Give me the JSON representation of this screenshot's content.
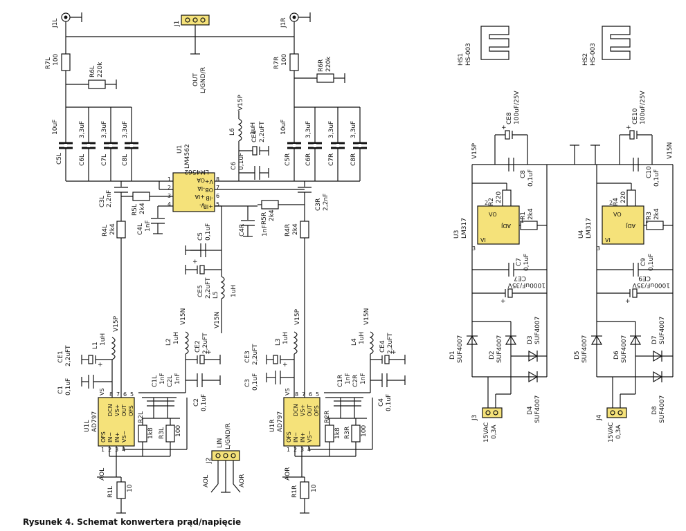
{
  "caption": "Rysunek 4. Schemat konwertera prąd/napięcie",
  "colors": {
    "ic_fill": "#f5e27a",
    "wire": "#111111",
    "background": "#ffffff"
  },
  "components": {
    "J1L": {
      "ref": "J1L"
    },
    "J1R": {
      "ref": "J1R"
    },
    "J1": {
      "ref": "J1",
      "text": "OUT",
      "pinout": "L/GND/R"
    },
    "J2": {
      "ref": "J2",
      "text": "LIN",
      "pinout": "L/GND/R"
    },
    "J3": {
      "ref": "J3",
      "value": "15VAC",
      "current": "0,3A"
    },
    "J4": {
      "ref": "J4",
      "value": "15VAC",
      "current": "0,3A"
    },
    "R7L": {
      "ref": "R7L",
      "value": "100"
    },
    "R6L": {
      "ref": "R6L",
      "value": "220k"
    },
    "R7R": {
      "ref": "R7R",
      "value": "100"
    },
    "R6R": {
      "ref": "R6R",
      "value": "220k"
    },
    "C5L": {
      "ref": "C5L",
      "value": "10uF"
    },
    "C6L": {
      "ref": "C6L",
      "value": "3,3uF"
    },
    "C7L": {
      "ref": "C7L",
      "value": "3,3uF"
    },
    "C8L": {
      "ref": "C8L",
      "value": "3,3uF"
    },
    "C5R": {
      "ref": "C5R",
      "value": "10uF"
    },
    "C6R": {
      "ref": "C6R",
      "value": "3,3uF"
    },
    "C7R": {
      "ref": "C7R",
      "value": "3,3uF"
    },
    "C8R": {
      "ref": "C8R",
      "value": "3,3uF"
    },
    "U1": {
      "ref": "U1",
      "part": "LM4562",
      "pins": {
        "oa": "OA",
        "ina_minus": "-IA",
        "ina_plus": "+IA",
        "vminus": "V-",
        "vplus": "V+",
        "ob": "OB",
        "inb_minus": "-IB",
        "inb_plus": "+IB"
      }
    },
    "L6": {
      "ref": "L6",
      "value": "1uH",
      "net": "V15P"
    },
    "CE6": {
      "ref": "CE6",
      "value": "2,2uFT"
    },
    "C6": {
      "ref": "C6",
      "value": "0,1uF"
    },
    "C3L": {
      "ref": "C3L",
      "value": "2,2nF"
    },
    "R5L": {
      "ref": "R5L",
      "value": "2k4"
    },
    "C4L": {
      "ref": "C4L",
      "value": "1nF"
    },
    "R4L": {
      "ref": "R4L",
      "value": "2k4"
    },
    "C3R": {
      "ref": "C3R",
      "value": "2,2nF"
    },
    "R5R": {
      "ref": "R5R",
      "value": "2k4"
    },
    "C4R": {
      "ref": "C4R",
      "value": "1nF"
    },
    "R4R": {
      "ref": "R4R",
      "value": "2k4"
    },
    "C5": {
      "ref": "C5",
      "value": "0,1uF"
    },
    "CE5": {
      "ref": "CE5",
      "value": "2,2uFT"
    },
    "L5": {
      "ref": "L5",
      "value": "1uH",
      "net": "V15N"
    },
    "L1": {
      "ref": "L1",
      "value": "1uH",
      "net": "V15P"
    },
    "CE1": {
      "ref": "CE1",
      "value": "2,2uFT"
    },
    "C1": {
      "ref": "C1",
      "value": "0,1uF"
    },
    "L2": {
      "ref": "L2",
      "value": "1uH",
      "net": "V15N"
    },
    "CE2": {
      "ref": "CE2",
      "value": "2,2uFT"
    },
    "C2": {
      "ref": "C2",
      "value": "0,1uF"
    },
    "C1L": {
      "ref": "C1L",
      "value": "1nF"
    },
    "C2L": {
      "ref": "C2L",
      "value": "1nF"
    },
    "U1L": {
      "ref": "U1L",
      "part": "AD797"
    },
    "R2L": {
      "ref": "R2L",
      "value": "1k8"
    },
    "R3L": {
      "ref": "R3L",
      "value": "100"
    },
    "R1L": {
      "ref": "R1L",
      "value": "10"
    },
    "L3": {
      "ref": "L3",
      "value": "1uH",
      "net": "V15P"
    },
    "CE3": {
      "ref": "CE3",
      "value": "2,2uFT"
    },
    "C3": {
      "ref": "C3",
      "value": "0,1uF"
    },
    "L4": {
      "ref": "L4",
      "value": "1uH",
      "net": "V15N"
    },
    "CE4": {
      "ref": "CE4",
      "value": "2,2uFT"
    },
    "C4": {
      "ref": "C4",
      "value": "0,1uF"
    },
    "C1R": {
      "ref": "C1R",
      "value": "1nF"
    },
    "C2R": {
      "ref": "C2R",
      "value": "1nF"
    },
    "U1R": {
      "ref": "U1R",
      "part": "AD797"
    },
    "R2R": {
      "ref": "R2R",
      "value": "1k8"
    },
    "R3R": {
      "ref": "R3R",
      "value": "100"
    },
    "R1R": {
      "ref": "R1R",
      "value": "10"
    },
    "HS1": {
      "ref": "HS1",
      "part": "HS-003"
    },
    "HS2": {
      "ref": "HS2",
      "part": "HS-003"
    },
    "CE8": {
      "ref": "CE8",
      "value": "100uF/25V"
    },
    "C8": {
      "ref": "C8",
      "value": "0,1uF"
    },
    "CE10": {
      "ref": "CE10",
      "value": "100uF/25V"
    },
    "C10": {
      "ref": "C10",
      "value": "0,1uF"
    },
    "U3": {
      "ref": "U3",
      "part": "LM317"
    },
    "U4": {
      "ref": "U4",
      "part": "LM317"
    },
    "R1": {
      "ref": "R1",
      "value": "2k4"
    },
    "R2": {
      "ref": "R2",
      "value": "220"
    },
    "R3": {
      "ref": "R3",
      "value": "2k4"
    },
    "R4": {
      "ref": "R4",
      "value": "220"
    },
    "C7": {
      "ref": "C7",
      "value": "0,1uF"
    },
    "C9": {
      "ref": "C9",
      "value": "0,1uF"
    },
    "CE7": {
      "ref": "CE7",
      "value": "1000uF/35V"
    },
    "CE9": {
      "ref": "CE9",
      "value": "1000uF/35V"
    },
    "D1": {
      "ref": "D1",
      "part": "SUF4007"
    },
    "D2": {
      "ref": "D2",
      "part": "SUF4007"
    },
    "D3": {
      "ref": "D3",
      "part": "SUF4007"
    },
    "D4": {
      "ref": "D4",
      "part": "SUF4007"
    },
    "D5": {
      "ref": "D5",
      "part": "SUF4007"
    },
    "D6": {
      "ref": "D6",
      "part": "SUF4007"
    },
    "D7": {
      "ref": "D7",
      "part": "SUF4007"
    },
    "D8": {
      "ref": "D8",
      "part": "SUF4007"
    }
  },
  "ad797_pins": {
    "ofs": "OFS",
    "in_minus": "IN−",
    "in_plus": "IN+",
    "vs_minus": "VS−",
    "dcn": "DCN",
    "vs_plus": "VS+",
    "out": "OUT",
    "vs": "VS",
    "n1": "1",
    "n2": "2",
    "n3": "3",
    "n4": "4",
    "n5": "5",
    "n6": "6",
    "n7": "7",
    "n8": "8"
  },
  "lm317_pins": {
    "vo": "VO",
    "adj": "ADJ",
    "vi": "VI",
    "n1": "1",
    "n2": "2",
    "n3": "3"
  },
  "lm4562_pins": {
    "n1": "1",
    "n2": "2",
    "n3": "3",
    "n4": "4",
    "n5": "5",
    "n6": "6",
    "n7": "7",
    "n8": "8"
  },
  "nets": {
    "v15p": "V15P",
    "v15n": "V15N",
    "aol": "AOL",
    "aor": "AOR"
  }
}
